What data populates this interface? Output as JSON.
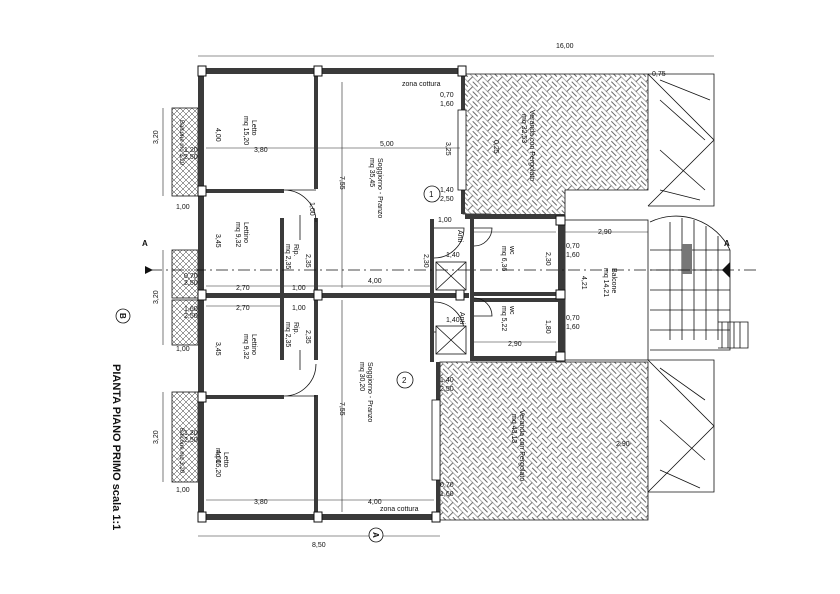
{
  "title": "PIANTA PIANO PRIMO scala 1:1",
  "markers": {
    "section_a": "A",
    "section_b": "B",
    "unit_1": "1",
    "unit_2": "2"
  },
  "dims_top": {
    "total": "16,00",
    "left_partial": "8,50"
  },
  "rooms": {
    "zona_cottura_top": "zona cottura",
    "zona_cottura_bottom": "zona cottura",
    "letto_top_name": "Letto",
    "letto_top_area": "mq 15,20",
    "letto_bottom_name": "Letto",
    "letto_bottom_area": "mq 15,20",
    "lettino_top_name": "Lettino",
    "lettino_top_area": "mq 9,32",
    "lettino_bottom_name": "Lettino",
    "lettino_bottom_area": "mq 9,32",
    "rip_top_name": "Rip.",
    "rip_top_area": "mq 2,35",
    "rip_bottom_name": "Rip.",
    "rip_bottom_area": "mq 2,35",
    "soggiorno_top_name": "Soggiorno - Pranzo",
    "soggiorno_top_area": "mq 35,45",
    "soggiorno_bottom_name": "Soggiorno - Pranzo",
    "soggiorno_bottom_area": "mq 30,20",
    "wc_top_name": "wc",
    "wc_top_area": "mq 6,36",
    "wc_bottom_name": "wc",
    "wc_bottom_area": "mq 5,22",
    "anti_top": "Anti",
    "anti_bottom": "Anti",
    "veranda_top_name": "Veranda con Pergolato",
    "veranda_top_area": "mq 32,53",
    "veranda_bottom_name": "Veranda con Pergolato",
    "veranda_bottom_area": "mq 43,13",
    "balcone_right_name": "Balcone",
    "balcone_right_area": "mq 14,21",
    "balcone_left_top": "Balcone mq 3,20",
    "balcone_left_bottom": "Balcone mq 3,20"
  },
  "dims": {
    "d380a": "3,80",
    "d380b": "3,80",
    "d500": "5,00",
    "d400a": "4,00",
    "d400b": "4,00",
    "d400c": "4,00",
    "d400d": "4,00",
    "d270a": "2,70",
    "d270b": "2,70",
    "d100a": "1,00",
    "d100b": "1,00",
    "d100c": "1,00",
    "d100d": "1,00",
    "d100e": "1,00",
    "d100f": "1,00",
    "d100g": "1,00",
    "d345a": "3,45",
    "d345b": "3,45",
    "d755a": "7,55",
    "d755b": "7,55",
    "d235a": "2,35",
    "d235b": "2,35",
    "d290a": "2,90",
    "d290b": "2,90",
    "d290c": "2,90",
    "d230a": "2,30",
    "d230b": "2,30",
    "d325": "3,25",
    "d140a": "1,40",
    "d140b": "1,40",
    "d140c": "1,40",
    "d140d": "1,40",
    "d250a": "2,50",
    "d250b": "2,50",
    "d250c": "2,50",
    "d250d": "2,50",
    "d250e": "2,50",
    "d250f": "2,50",
    "d070a": "0,70",
    "d070b": "0,70",
    "d070c": "0,70",
    "d070d": "0,70",
    "d070e": "0,70",
    "d160a": "1,60",
    "d160b": "1,60",
    "d160c": "1,60",
    "d160d": "1,60",
    "d160e": "1,60",
    "d120a": "1,20",
    "d120b": "1,20",
    "d320a": "3,20",
    "d320b": "3,20",
    "d320c": "3,20",
    "d180": "1,80",
    "d025": "0,25",
    "d075": "0,75",
    "d421": "4,21"
  }
}
